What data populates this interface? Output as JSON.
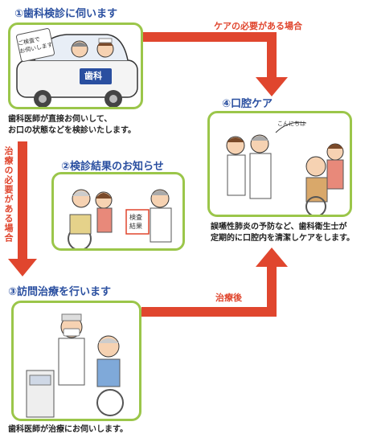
{
  "steps": [
    {
      "title": "①歯科検診に伺います",
      "caption_lines": [
        "歯科医師が直接お伺いして、",
        "お口の状態などを検診いたします。"
      ],
      "sign_lines": [
        "ご検査で",
        "お伺いします"
      ],
      "car_label": "歯科"
    },
    {
      "title": "②検診結果のお知らせ",
      "board_lines": [
        "検査",
        "結果"
      ]
    },
    {
      "title": "③訪問治療を行います",
      "caption_lines": [
        "歯科医師が治療にお伺いします。"
      ]
    },
    {
      "title": "④口腔ケア",
      "caption_lines": [
        "誤嚥性肺炎の予防など、歯科衛生士が",
        "定期的に口腔内を清潔しケアをします。"
      ],
      "speech": "こんにちは"
    }
  ],
  "flows": {
    "care_needed": "ケアの必要がある場合",
    "treatment_needed": "治療の必要がある場合",
    "after_treatment": "治療後"
  },
  "colors": {
    "frame_green": "#9bc64a",
    "arrow_red": "#e0462e",
    "title_blue": "#2a4fa0"
  }
}
